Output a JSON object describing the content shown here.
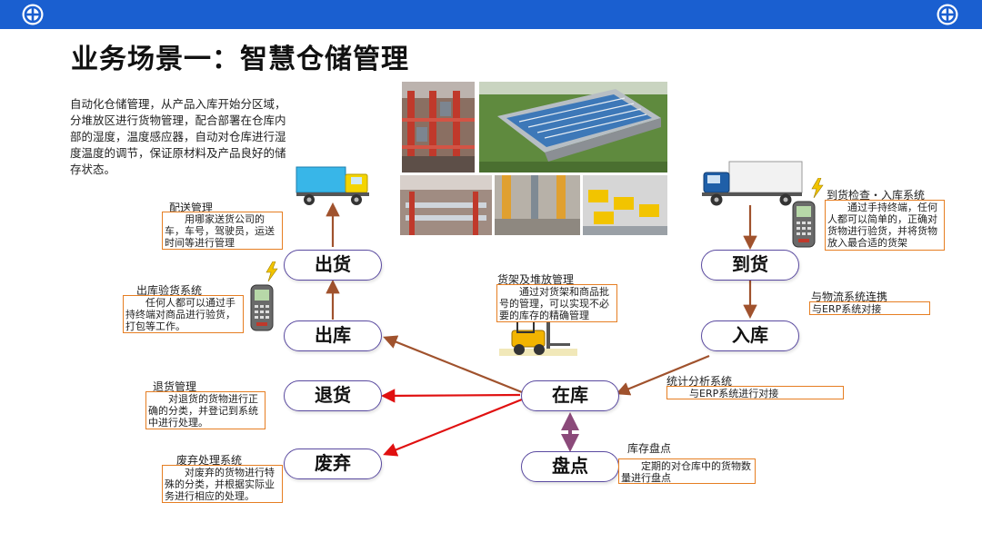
{
  "header": {
    "title": "业务场景一：智慧仓储管理",
    "brand_color": "#1a5fd0"
  },
  "intro": "自动化仓储管理，从产品入库开始分区域，分堆放区进行货物管理，配合部署在仓库内部的湿度，温度感应器，自动对仓库进行湿度温度的调节，保证原材料及产品良好的储存状态。",
  "nodes": {
    "chuhuo": "出货",
    "chuku": "出库",
    "tuihuo": "退货",
    "feiqi": "废弃",
    "zaiku": "在库",
    "pandian": "盘点",
    "daohuo": "到货",
    "ruku": "入库"
  },
  "panels": {
    "peisong": {
      "title": "配送管理",
      "text": "用哪家送货公司的车，车号，驾驶员，运送时间等进行管理"
    },
    "chukuyanhuo": {
      "title": "出库验货系统",
      "text": "任何人都可以通过手持终端对商品进行验货，打包等工作。"
    },
    "tuihuo": {
      "title": "退货管理",
      "text": "对退货的货物进行正确的分类，并登记到系统中进行处理。"
    },
    "feiqi": {
      "title": "废弃处理系统",
      "text": "对废弃的货物进行特殊的分类，并根据实际业务进行相应的处理。"
    },
    "huojia": {
      "title": "货架及堆放管理",
      "text": "通过对货架和商品批号的管理，可以实现不必要的库存的精确管理"
    },
    "daohuo": {
      "title": "到货检查・入库系统",
      "text": "通过手持终端，任何人都可以简单的，正确对货物进行验货，并将货物放入最合适的货架"
    },
    "wuliu": {
      "title": "与物流系统连携",
      "text": "与ERP系统对接"
    },
    "tongji": {
      "title": "统计分析系统",
      "text": "与ERP系统进行对接"
    },
    "pandian": {
      "title": "库存盘点",
      "text": "定期的对仓库中的货物数量进行盘点"
    }
  },
  "icons": {
    "logo": "globe-logo-icon",
    "truck": "delivery-truck-icon",
    "scanner": "handheld-terminal-icon",
    "forklift": "forklift-icon"
  },
  "colors": {
    "flow_arrow": "#a0522d",
    "red_arrow": "#e01010",
    "purple_arrow": "#8b4a7a",
    "box_border": "#e67e22",
    "node_border": "#5a4aa0"
  }
}
